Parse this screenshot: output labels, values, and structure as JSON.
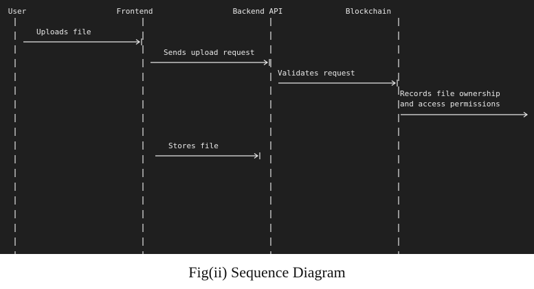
{
  "diagram": {
    "background": "#1f1f1f",
    "line_color": "#e6e6e6",
    "participants": [
      "User",
      "Frontend",
      "Backend API",
      "Blockchain"
    ],
    "messages": [
      {
        "from": 0,
        "to": 1,
        "lines": [
          "Uploads file"
        ]
      },
      {
        "from": 1,
        "to": 2,
        "lines": [
          "Sends upload request"
        ]
      },
      {
        "from": 2,
        "to": 3,
        "lines": [
          "Validates request"
        ]
      },
      {
        "from": 3,
        "to": "edge",
        "lines": [
          "Records file ownership",
          "and access permissions"
        ]
      },
      {
        "from": 1,
        "to": 2,
        "lines": [
          "Stores file"
        ]
      }
    ]
  },
  "caption": "Fig(ii) Sequence Diagram"
}
